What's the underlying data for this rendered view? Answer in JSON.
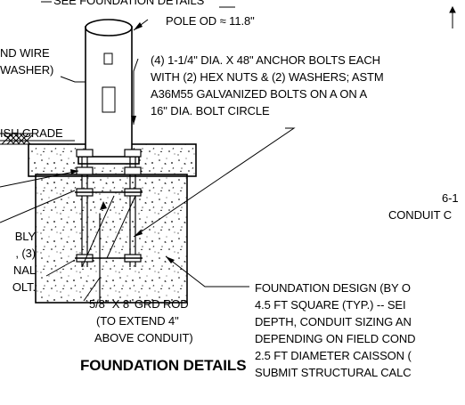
{
  "header_note": "SEE FOUNDATION DETAILS",
  "pole_label": "POLE OD ≈ 11.8\"",
  "anchor_bolts_note": [
    "(4) 1-1/4\" DIA. X 48\" ANCHOR BOLTS EACH",
    "WITH (2) HEX NUTS & (2) WASHERS; ASTM",
    "A36M55 GALVANIZED BOLTS ON A  ON A",
    "16\" DIA. BOLT CIRCLE"
  ],
  "ground_wire_note": [
    "ND WIRE",
    "WASHER)"
  ],
  "finish_grade_label": "ISH GRADE",
  "assembly_note": [
    "BLY",
    ", (3)",
    "NAL",
    "OLT."
  ],
  "grd_rod_note": [
    "5/8\" X 8' GRD ROD",
    "(TO EXTEND 4\"",
    "ABOVE CONDUIT)"
  ],
  "conduit_note": [
    "6-1",
    "CONDUIT C"
  ],
  "foundation_design_note": [
    "FOUNDATION DESIGN (BY O",
    "4.5 FT SQUARE  (TYP.) -- SEI",
    "DEPTH, CONDUIT SIZING AN",
    "DEPENDING ON FIELD COND",
    "2.5 FT DIAMETER CAISSON (",
    "SUBMIT STRUCTURAL CALC"
  ],
  "title": "FOUNDATION DETAILS",
  "colors": {
    "ink": "#000000",
    "background": "#ffffff"
  }
}
